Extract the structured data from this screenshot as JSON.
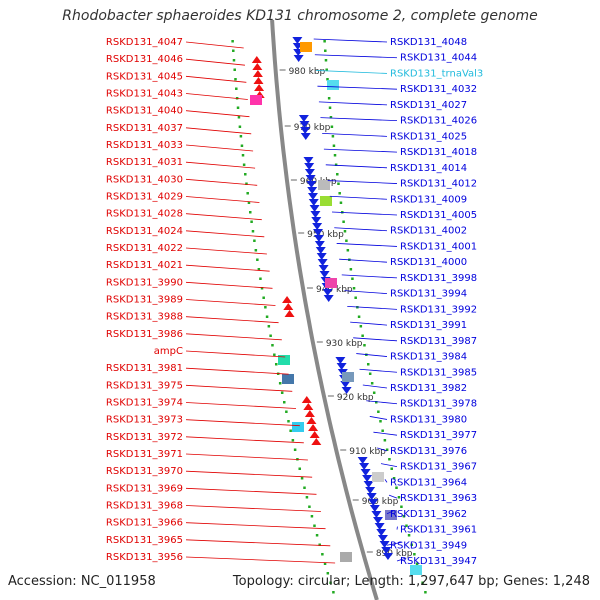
{
  "title": "Rhodobacter sphaeroides KD131 chromosome 2, complete genome",
  "footer": {
    "accession": "Accession: NC_011958",
    "summary": "Topology: circular; Length: 1,297,647 bp; Genes: 1,248"
  },
  "colors": {
    "left_label": "#e00000",
    "right_label": "#0000dd",
    "trna_label": "#22bbdd",
    "backbone": "#888888",
    "dots": "#22aa22",
    "tick_text": "#333333"
  },
  "ticks": [
    "980 kbp",
    "970 kbp",
    "960 kbp",
    "950 kbp",
    "940 kbp",
    "930 kbp",
    "920 kbp",
    "910 kbp",
    "900 kbp",
    "890 kbp"
  ],
  "left_labels": [
    "RSKD131_4047",
    "RSKD131_4046",
    "RSKD131_4045",
    "RSKD131_4043",
    "RSKD131_4040",
    "RSKD131_4037",
    "RSKD131_4033",
    "RSKD131_4031",
    "RSKD131_4030",
    "RSKD131_4029",
    "RSKD131_4028",
    "RSKD131_4024",
    "RSKD131_4022",
    "RSKD131_4021",
    "RSKD131_3990",
    "RSKD131_3989",
    "RSKD131_3988",
    "RSKD131_3986",
    "ampC",
    "RSKD131_3981",
    "RSKD131_3975",
    "RSKD131_3974",
    "RSKD131_3973",
    "RSKD131_3972",
    "RSKD131_3971",
    "RSKD131_3970",
    "RSKD131_3969",
    "RSKD131_3968",
    "RSKD131_3966",
    "RSKD131_3965",
    "RSKD131_3956"
  ],
  "right_labels": [
    "RSKD131_4048",
    "RSKD131_4044",
    "RSKD131_trnaVal3",
    "RSKD131_4032",
    "RSKD131_4027",
    "RSKD131_4026",
    "RSKD131_4025",
    "RSKD131_4018",
    "RSKD131_4014",
    "RSKD131_4012",
    "RSKD131_4009",
    "RSKD131_4005",
    "RSKD131_4002",
    "RSKD131_4001",
    "RSKD131_4000",
    "RSKD131_3998",
    "RSKD131_3994",
    "RSKD131_3992",
    "RSKD131_3991",
    "RSKD131_3987",
    "RSKD131_3984",
    "RSKD131_3985",
    "RSKD131_3982",
    "RSKD131_3978",
    "RSKD131_3980",
    "RSKD131_3977",
    "RSKD131_3976",
    "RSKD131_3967",
    "RSKD131_3964",
    "RSKD131_3963",
    "RSKD131_3962",
    "RSKD131_3961",
    "RSKD131_3949",
    "RSKD131_3947"
  ]
}
